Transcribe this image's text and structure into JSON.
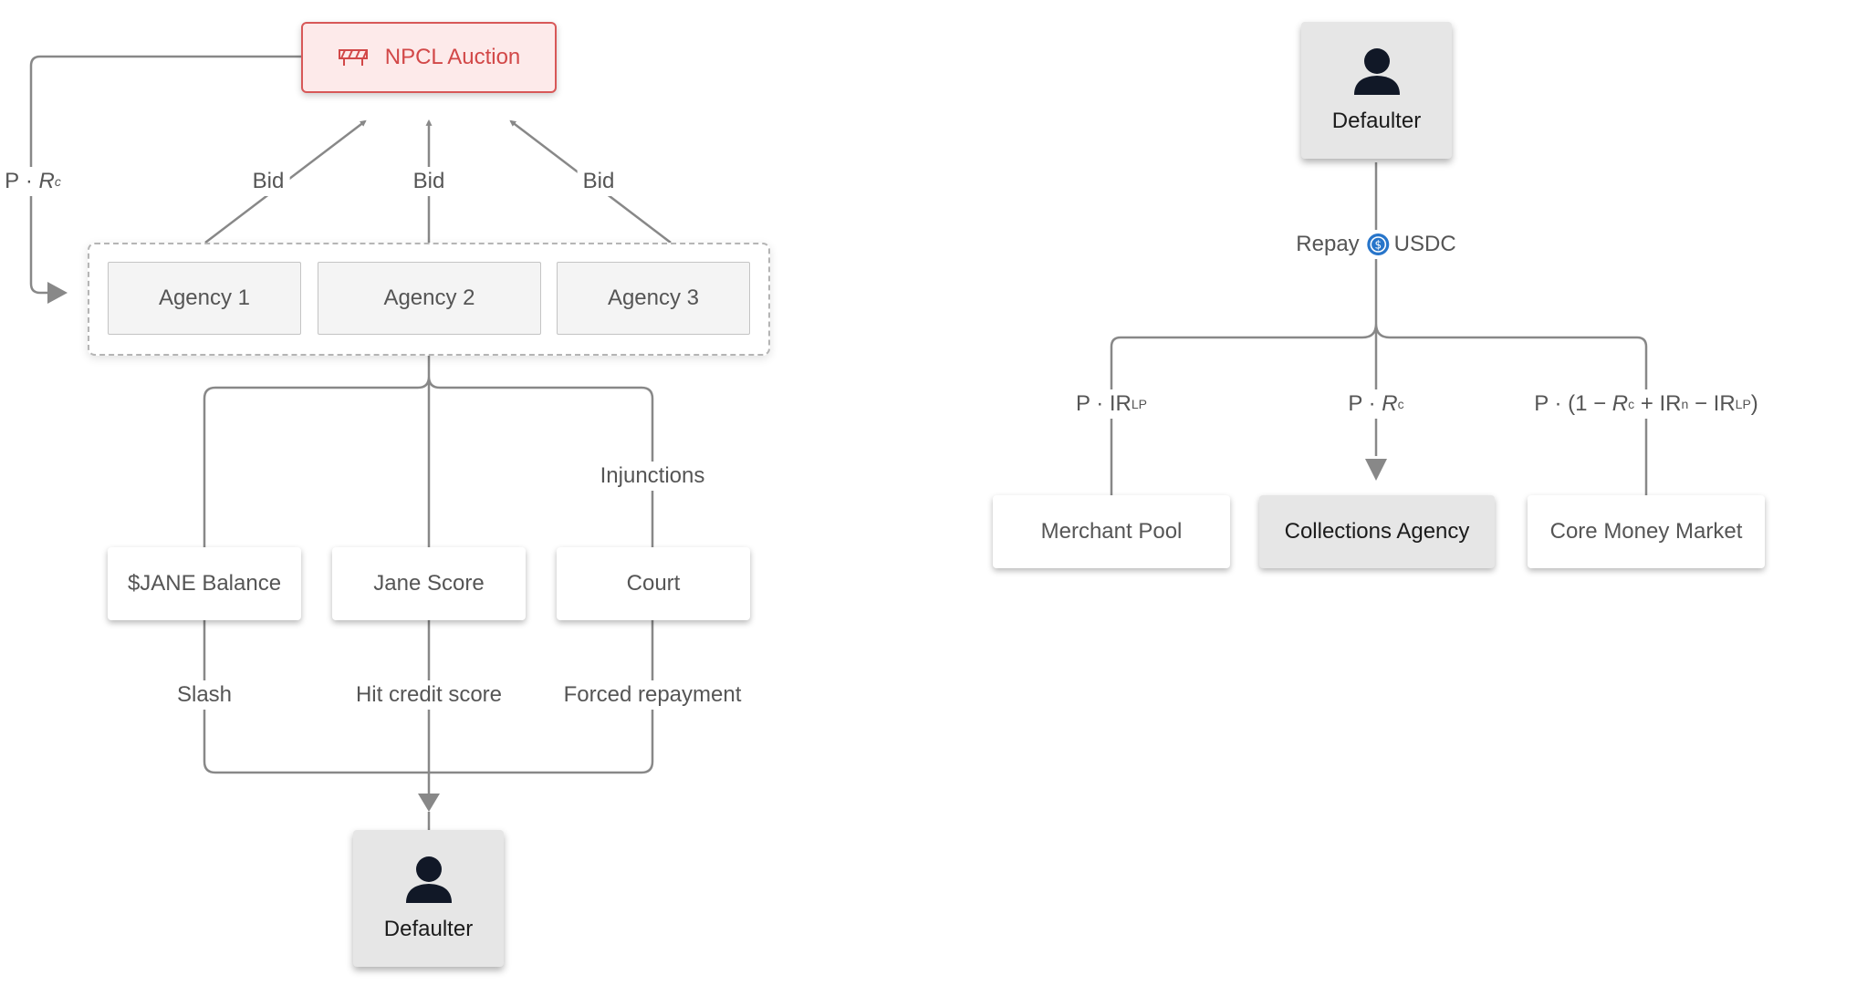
{
  "colors": {
    "line": "#888888",
    "auction_red": "#d24848",
    "usdc_blue": "#2775ca",
    "person": "#111827"
  },
  "left": {
    "auction": {
      "label": "NPCL Auction",
      "icon": "barrier-icon"
    },
    "edge_auction_loop": {
      "p": "P",
      "dot": " · ",
      "r": "R",
      "sub": "c"
    },
    "bid_labels": [
      "Bid",
      "Bid",
      "Bid"
    ],
    "agencies": [
      "Agency 1",
      "Agency 2",
      "Agency 3"
    ],
    "injunctions": "Injunctions",
    "enforcement": [
      "$JANE Balance",
      "Jane Score",
      "Court"
    ],
    "outcome_labels": [
      "Slash",
      "Hit credit score",
      "Forced repayment"
    ],
    "defaulter": {
      "label": "Defaulter",
      "icon": "person-icon"
    }
  },
  "right": {
    "defaulter": {
      "label": "Defaulter",
      "icon": "person-icon"
    },
    "repay": {
      "label": "Repay",
      "currency": "USDC",
      "icon": "usdc-icon"
    },
    "split_lp": {
      "prefix": "P · IR",
      "sub": "LP"
    },
    "split_agency": {
      "prefix": "P · ",
      "r": "R",
      "sub": "c"
    },
    "split_market": {
      "p1": "P · (1 − ",
      "r": "R",
      "sub_c": "c",
      "p2": " + IR",
      "sub_n": "n",
      "p3": " − IR",
      "sub_lp": "LP",
      "p4": ")"
    },
    "recipients": [
      "Merchant Pool",
      "Collections Agency",
      "Core Money Market"
    ]
  }
}
